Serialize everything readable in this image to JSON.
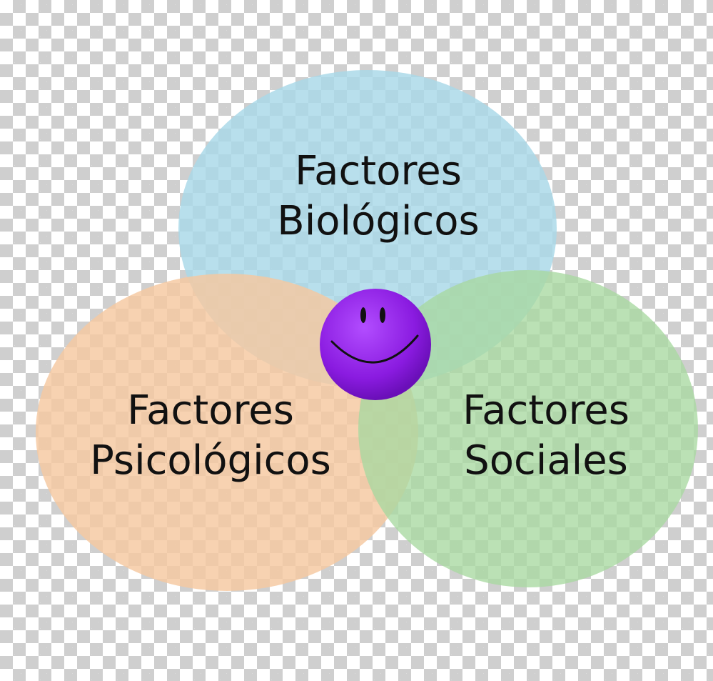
{
  "circles": [
    {
      "id": "biologicos",
      "line1": "Factores",
      "line2": "Biológicos",
      "color": "#a8d8e8"
    },
    {
      "id": "psicologicos",
      "line1": "Factores",
      "line2": "Psicológicos",
      "color": "#f5c8a0"
    },
    {
      "id": "sociales",
      "line1": "Factores",
      "line2": "Sociales",
      "color": "#a8d8a0"
    }
  ],
  "center_icon": {
    "name": "smiley-face-icon",
    "color": "#8a1be0"
  }
}
